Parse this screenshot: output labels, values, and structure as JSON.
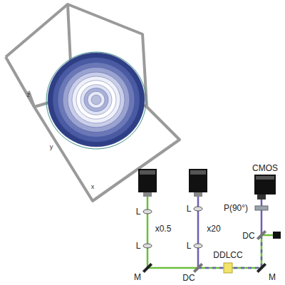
{
  "diagram": {
    "labels": [
      "z",
      "y",
      "x",
      "L",
      "L",
      "x0.5",
      "L",
      "L",
      "x20",
      "CMOS",
      "P(90°)",
      "DC",
      "M",
      "DC",
      "DDLCC",
      "M"
    ]
  }
}
